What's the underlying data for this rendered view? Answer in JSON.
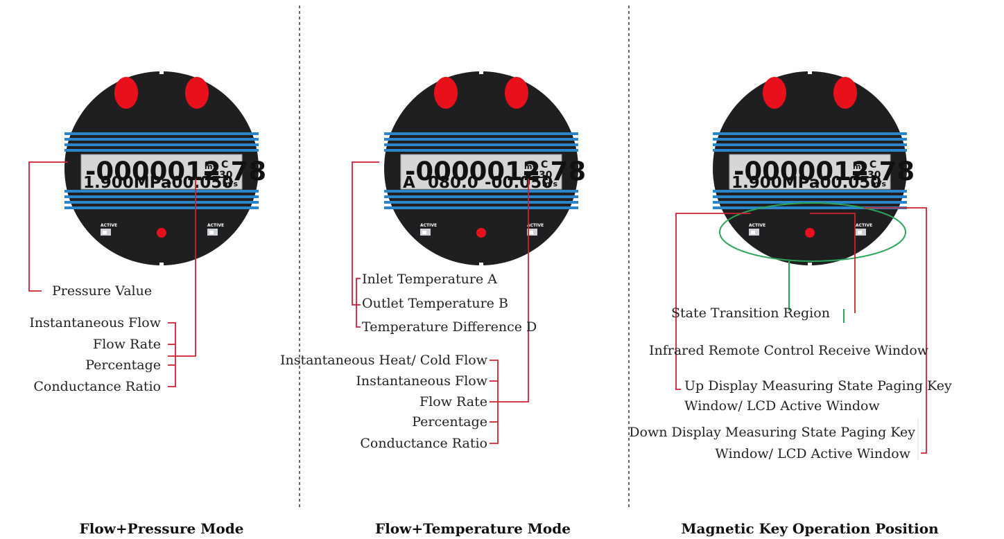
{
  "panels": [
    {
      "caption": "Flow+Pressure Mode",
      "display": {
        "top_value": "-0000012.78",
        "unit_top": "m³",
        "state_letter": "C",
        "state_number": "30",
        "bottom_left": "1.900MPa",
        "bottom_right": "-00.050",
        "unit_bottom": "m/s"
      },
      "active_label": "ACTIVE",
      "labels": {
        "pressure_value": "Pressure Value",
        "instantaneous_flow": "Instantaneous Flow",
        "flow_rate": "Flow Rate",
        "percentage": "Percentage",
        "conductance_ratio": "Conductance Ratio"
      }
    },
    {
      "caption": "Flow+Temperature Mode",
      "display": {
        "top_value": "-0000012.78",
        "unit_top": "m³",
        "state_letter": "C",
        "state_number": "30",
        "bottom_letter": "A",
        "bottom_mid": "080.0",
        "bottom_right": "-00.050",
        "unit_bottom": "m/s"
      },
      "active_label": "ACTIVE",
      "labels": {
        "inlet_temperature": "Inlet Temperature A",
        "outlet_temperature": "Outlet Temperature B",
        "temperature_difference": "Temperature Difference D",
        "instantaneous_heat_cold_flow": "Instantaneous Heat/ Cold Flow",
        "instantaneous_flow": "Instantaneous Flow",
        "flow_rate": "Flow Rate",
        "percentage": "Percentage",
        "conductance_ratio": "Conductance Ratio"
      }
    },
    {
      "caption": "Magnetic Key Operation Position",
      "display": {
        "top_value": "-0000012.78",
        "unit_top": "m³",
        "state_letter": "C",
        "state_number": "30",
        "bottom_left": "1.900MPa",
        "bottom_right": "-00.050",
        "unit_bottom": "m/s"
      },
      "active_label": "ACTIVE",
      "labels": {
        "state_transition_region": "State Transition Region",
        "infrared_window": "Infrared Remote Control Receive Window",
        "up_key_line1": "Up Display Measuring State Paging Key",
        "up_key_line2": "Window/ LCD Active Window",
        "down_key_line1": "Down Display Measuring State Paging Key",
        "down_key_line2": "Window/ LCD Active Window"
      }
    }
  ],
  "colors": {
    "leader_red": "#d0212f",
    "region_green": "#2aa65a",
    "face": "#1f1f22",
    "stripe": "#2a86c9",
    "lcd": "#d6d6d6",
    "led": "#e8101a"
  }
}
